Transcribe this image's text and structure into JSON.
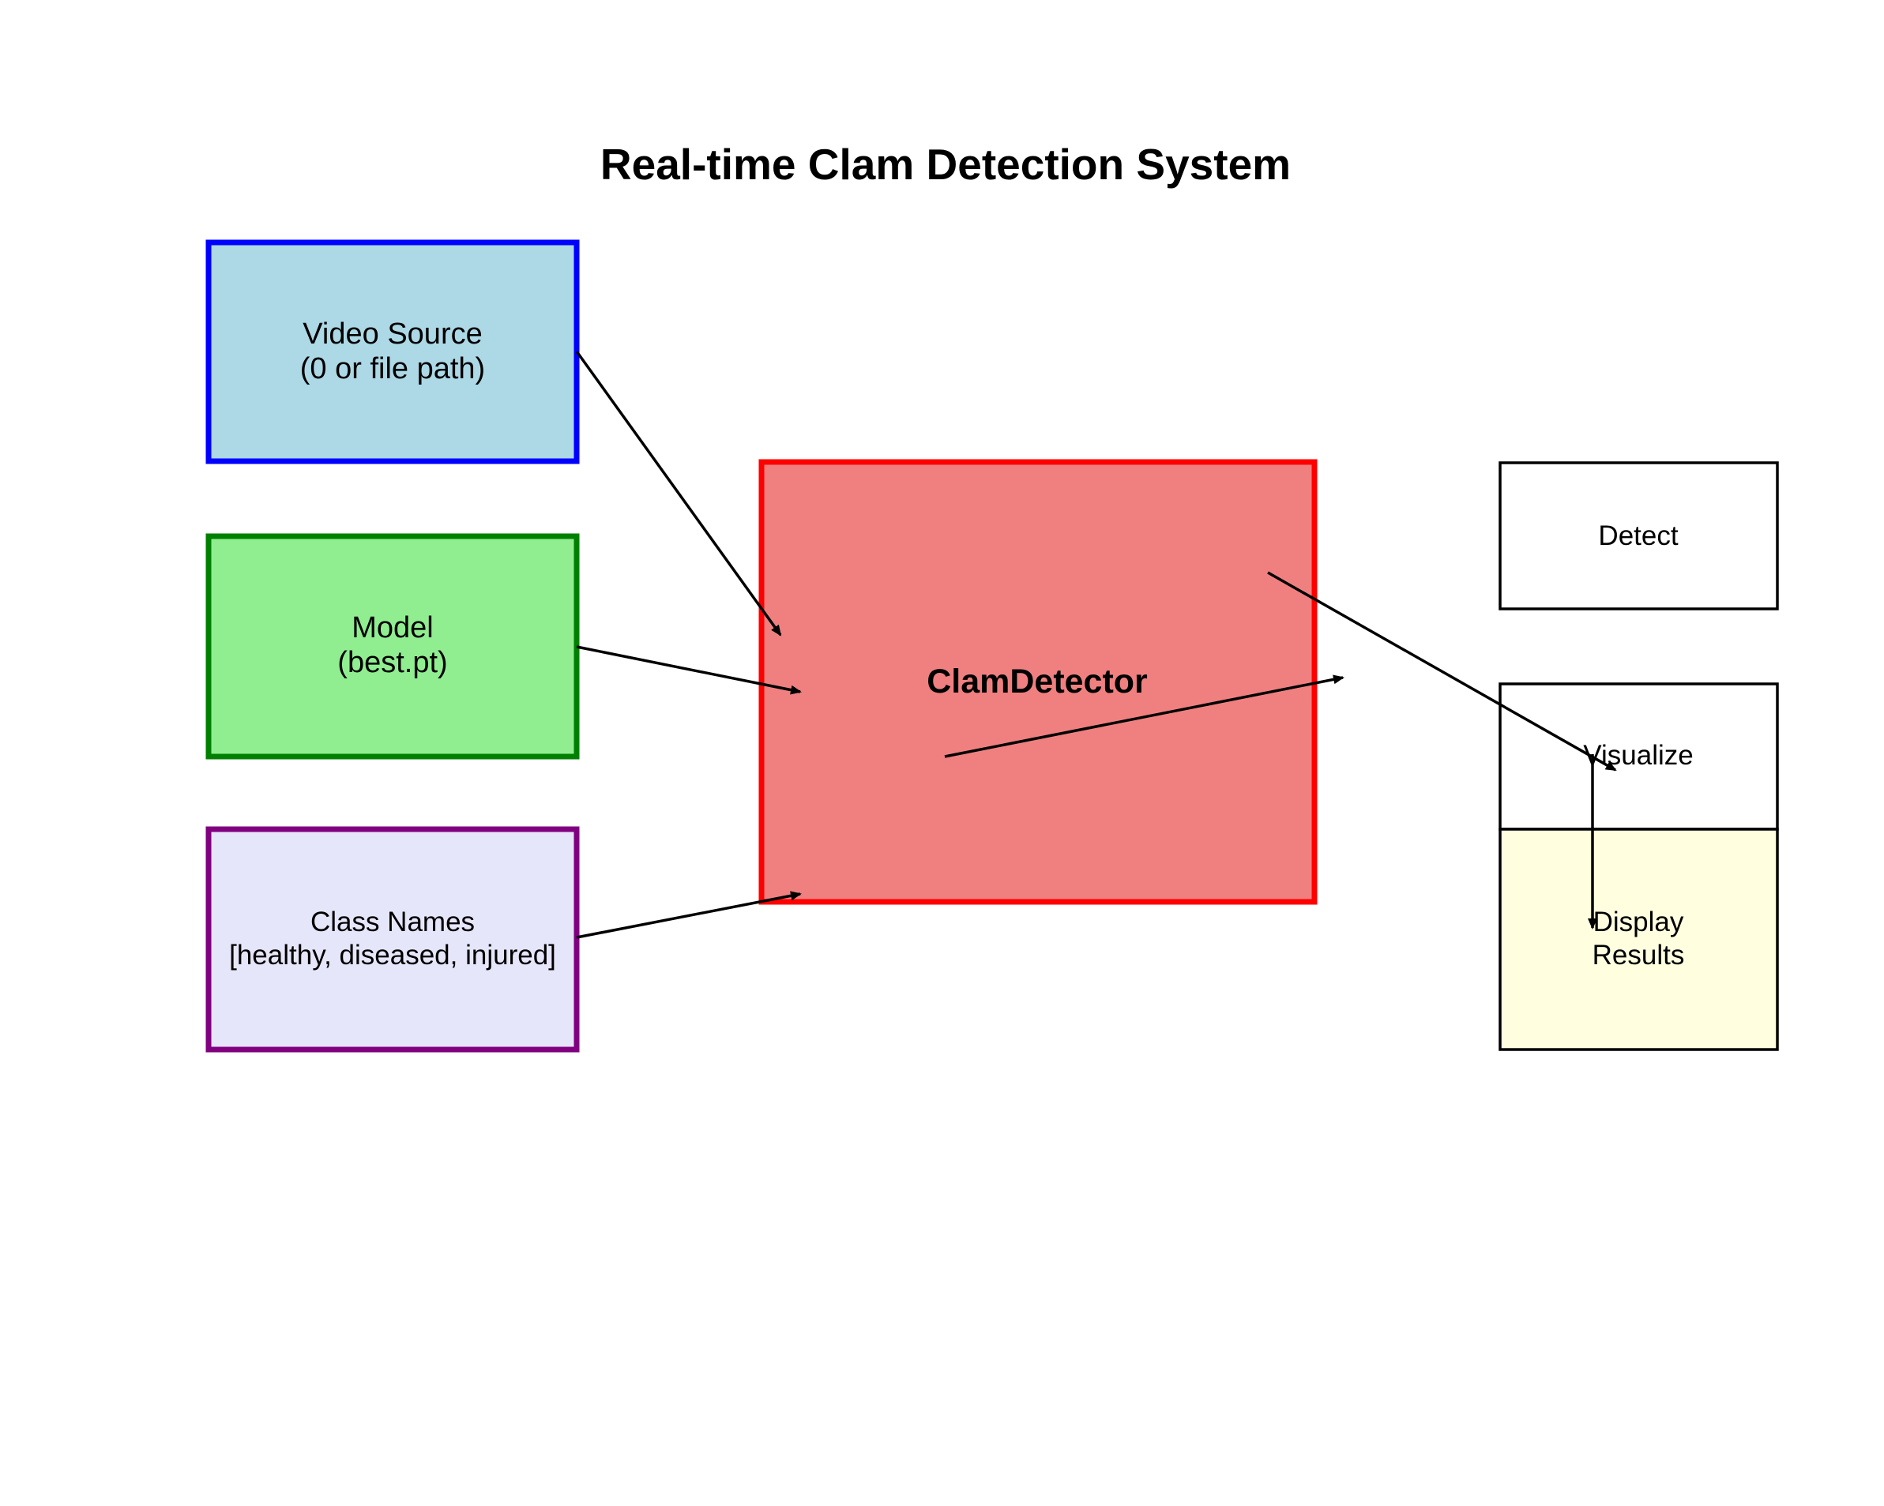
{
  "title": "Real-time Clam Detection System",
  "nodes": {
    "video_source": {
      "line1": "Video Source",
      "line2": "(0 or file path)",
      "fill": "#add8e6",
      "stroke": "#0000ff"
    },
    "model": {
      "line1": "Model",
      "line2": "(best.pt)",
      "fill": "#90ee90",
      "stroke": "#008000"
    },
    "class_names": {
      "line1": "Class Names",
      "line2": "[healthy, diseased, injured]",
      "fill": "#e6e6fa",
      "stroke": "#800080"
    },
    "clam_detector": {
      "label": "ClamDetector",
      "fill": "#f08080",
      "stroke": "#ff0000"
    },
    "detect": {
      "label": "Detect",
      "fill": "#ffffff",
      "stroke": "#000000"
    },
    "visualize": {
      "label": "Visualize",
      "fill": "#ffffff",
      "stroke": "#000000"
    },
    "display_results": {
      "line1": "Display",
      "line2": "Results",
      "fill": "#ffffe0",
      "stroke": "#000000"
    }
  },
  "edge_color": "#000000"
}
